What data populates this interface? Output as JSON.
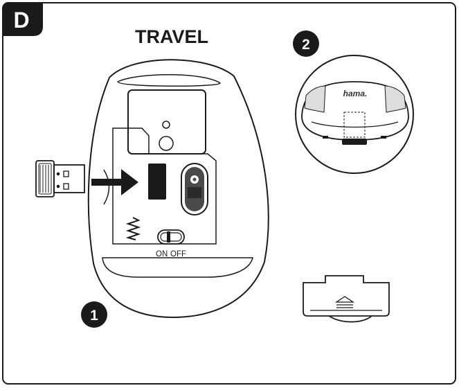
{
  "panel": {
    "letter": "D",
    "title": "TRAVEL"
  },
  "steps": [
    {
      "number": "1"
    },
    {
      "number": "2"
    }
  ],
  "switch": {
    "on_label": "ON",
    "off_label": "OFF"
  },
  "brand": "hama.",
  "colors": {
    "line": "#1a1a1a",
    "badge": "#1a1a1a",
    "badge_text": "#ffffff",
    "panel_bg": "#ffffff",
    "sensor_fill": "#4a4a4a"
  },
  "icons": {
    "arrow": "arrow-right-icon",
    "spring": "battery-spring-icon",
    "eject": "eject-icon"
  }
}
